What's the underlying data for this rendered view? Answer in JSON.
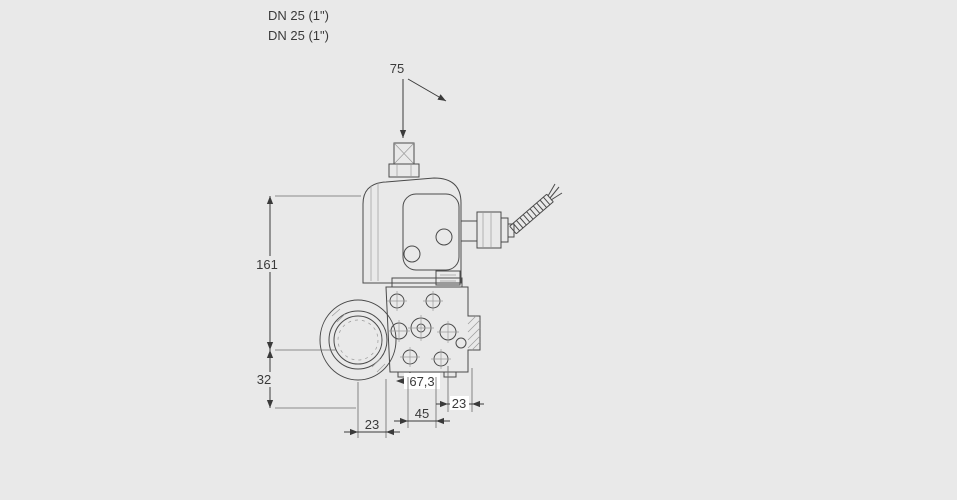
{
  "page": {
    "background": "#e9e9e9"
  },
  "labels": {
    "port_top": "DN 25 (1\")",
    "port_bottom": "DN 25 (1\")"
  },
  "dimensions": {
    "top_width": "75",
    "body_height": "161",
    "lower_height": "32",
    "flange_width": "67,3",
    "center_width": "45",
    "right_offset": "23",
    "left_offset": "23"
  },
  "drawing": {
    "line_color": "#4a4a4a",
    "dim_color": "#3a3a3a",
    "fill_light": "#f4f4f4"
  }
}
